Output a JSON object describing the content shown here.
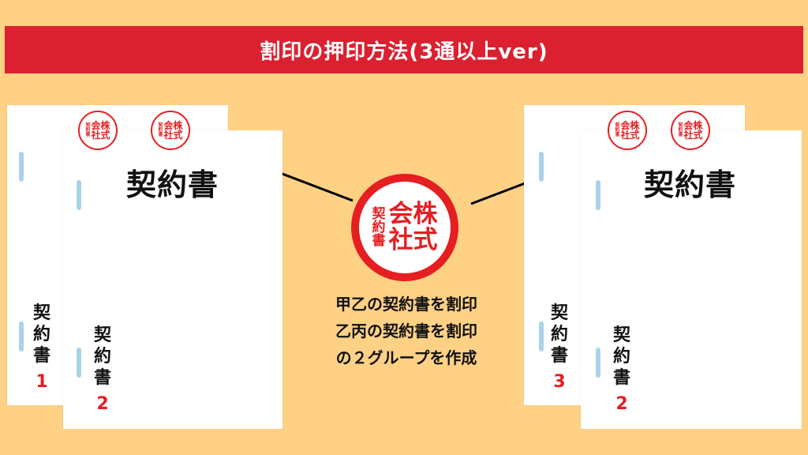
{
  "title": "割印の押印方法(3通以上ver)",
  "document_title": "契約書",
  "seal_small": {
    "left_chars": [
      "契",
      "約",
      "書"
    ],
    "right_chars": [
      "会",
      "株",
      "社",
      "式"
    ]
  },
  "seal_big": {
    "left_chars": [
      "契",
      "約",
      "書"
    ],
    "right_chars": [
      "会",
      "株",
      "社",
      "式"
    ]
  },
  "seal_small_right_left_chars": [
    "契",
    "約",
    "書"
  ],
  "left_group": {
    "back": {
      "label": "契約書",
      "number": "1"
    },
    "front": {
      "label": "契約書",
      "number": "2"
    }
  },
  "right_group": {
    "back": {
      "label": "契約書",
      "number": "3"
    },
    "front": {
      "label": "契約書",
      "number": "2"
    }
  },
  "caption": [
    "甲乙の契約書を割印",
    "乙丙の契約書を割印",
    "の２グループを作成"
  ],
  "colors": {
    "background": "#FFD185",
    "banner": "#DB2030",
    "seal": "#E51E22",
    "tick": "#A9D3E8"
  }
}
